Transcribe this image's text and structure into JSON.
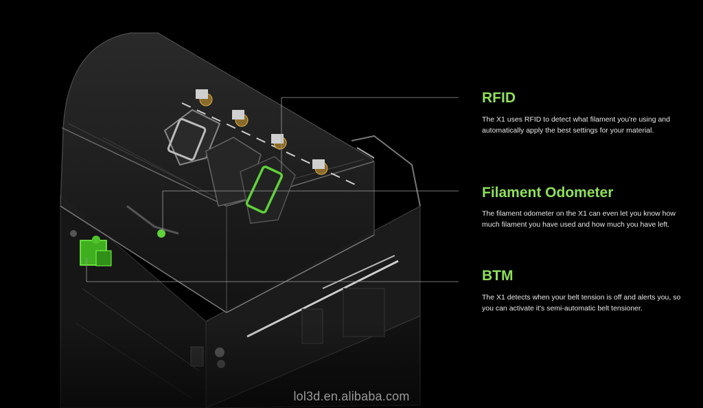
{
  "features": [
    {
      "title": "RFID",
      "description": "The X1 uses RFID to detect what filament you're using and automatically apply the best settings for your material."
    },
    {
      "title": "Filament Odometer",
      "description": "The filament odometer on the X1 can even let you know how much filament you have used and how much you have left."
    },
    {
      "title": "BTM",
      "description": "The X1 detects when your belt tension is off and alerts you, so you can activate it's semi-automatic belt tensioner."
    }
  ],
  "watermark": "lol3d.en.alibaba.com",
  "colors": {
    "accent_green": "#8fe05a",
    "highlight_green": "#5fd23a",
    "background": "#000000",
    "body_text": "#e8e8e8"
  }
}
